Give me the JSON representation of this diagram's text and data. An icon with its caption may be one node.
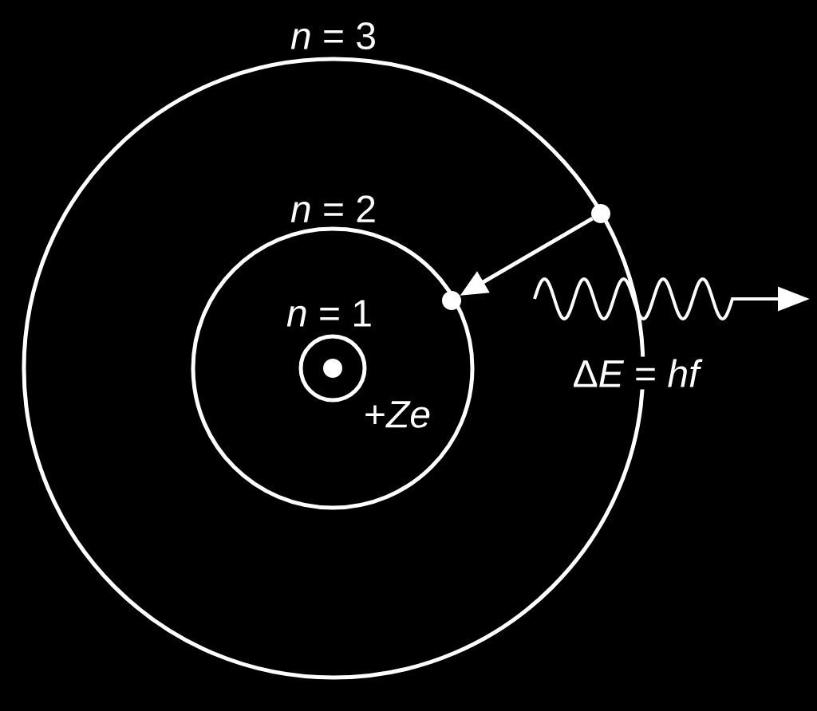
{
  "diagram": {
    "nodes": [
      {
        "text": [
          "*n* = 3"
        ]
      },
      {
        "text": [
          "*n* = 2"
        ],
        "in": 0
      },
      {
        "text": [
          "*n* = 1"
        ],
        "in": 1
      },
      {
        "text": [],
        "shape": "circle",
        "in": 2,
        "beside": [
          "+*Ze*"
        ]
      },
      {
        "text": [],
        "shape": "circle",
        "in": 0
      },
      {
        "text": [],
        "shape": "circle",
        "in": 1
      }
    ],
    "edges": [
      {
        "from": 4,
        "to": 5,
        "arrow": "to"
      }
    ],
    "labels": [
      "\\textrm{Δ}\\textit{E}\\textrm{ = }\\textit{hf}"
    ]
  }
}
